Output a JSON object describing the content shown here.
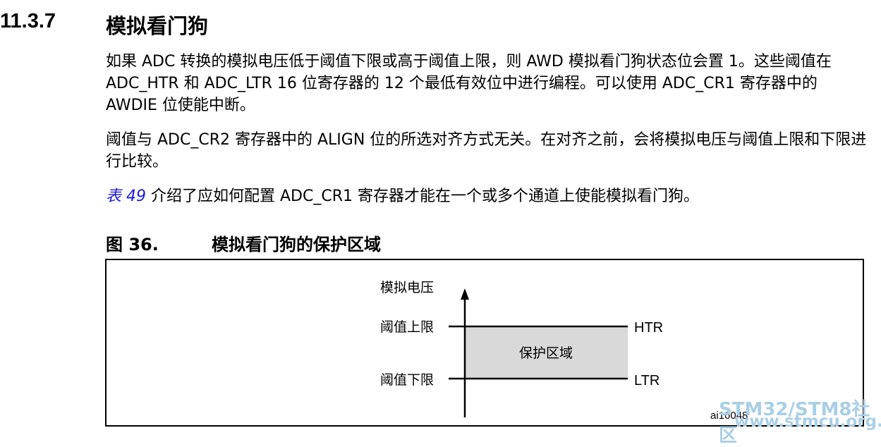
{
  "section": {
    "number": "11.3.7",
    "title": "模拟看门狗"
  },
  "paragraphs": {
    "p1": "如果 ADC 转换的模拟电压低于阈值下限或高于阈值上限，则 AWD 模拟看门狗状态位会置 1。这些阈值在 ADC_HTR 和 ADC_LTR 16 位寄存器的 12 个最低有效位中进行编程。可以使用 ADC_CR1 寄存器中的 AWDIE 位使能中断。",
    "p2": "阈值与 ADC_CR2 寄存器中的 ALIGN 位的所选对齐方式无关。在对齐之前，会将模拟电压与阈值上限和下限进行比较。",
    "p3_link": "表 49",
    "p3_text": " 介绍了应如何配置 ADC_CR1 寄存器才能在一个或多个通道上使能模拟看门狗。"
  },
  "figure": {
    "number": "图 36.",
    "title": "模拟看门狗的保护区域",
    "y_axis_label": "模拟电压",
    "upper_label": "阈值上限",
    "lower_label": "阈值下限",
    "upper_tag": "HTR",
    "lower_tag": "LTR",
    "zone_label": "保护区域",
    "figure_id": "ai16048",
    "zone_color": "#d9d9d9"
  },
  "watermark": {
    "line1": "STM32/STM8社区",
    "line2": "www.stmcu.org.cn",
    "color": "#a9cfe6"
  }
}
